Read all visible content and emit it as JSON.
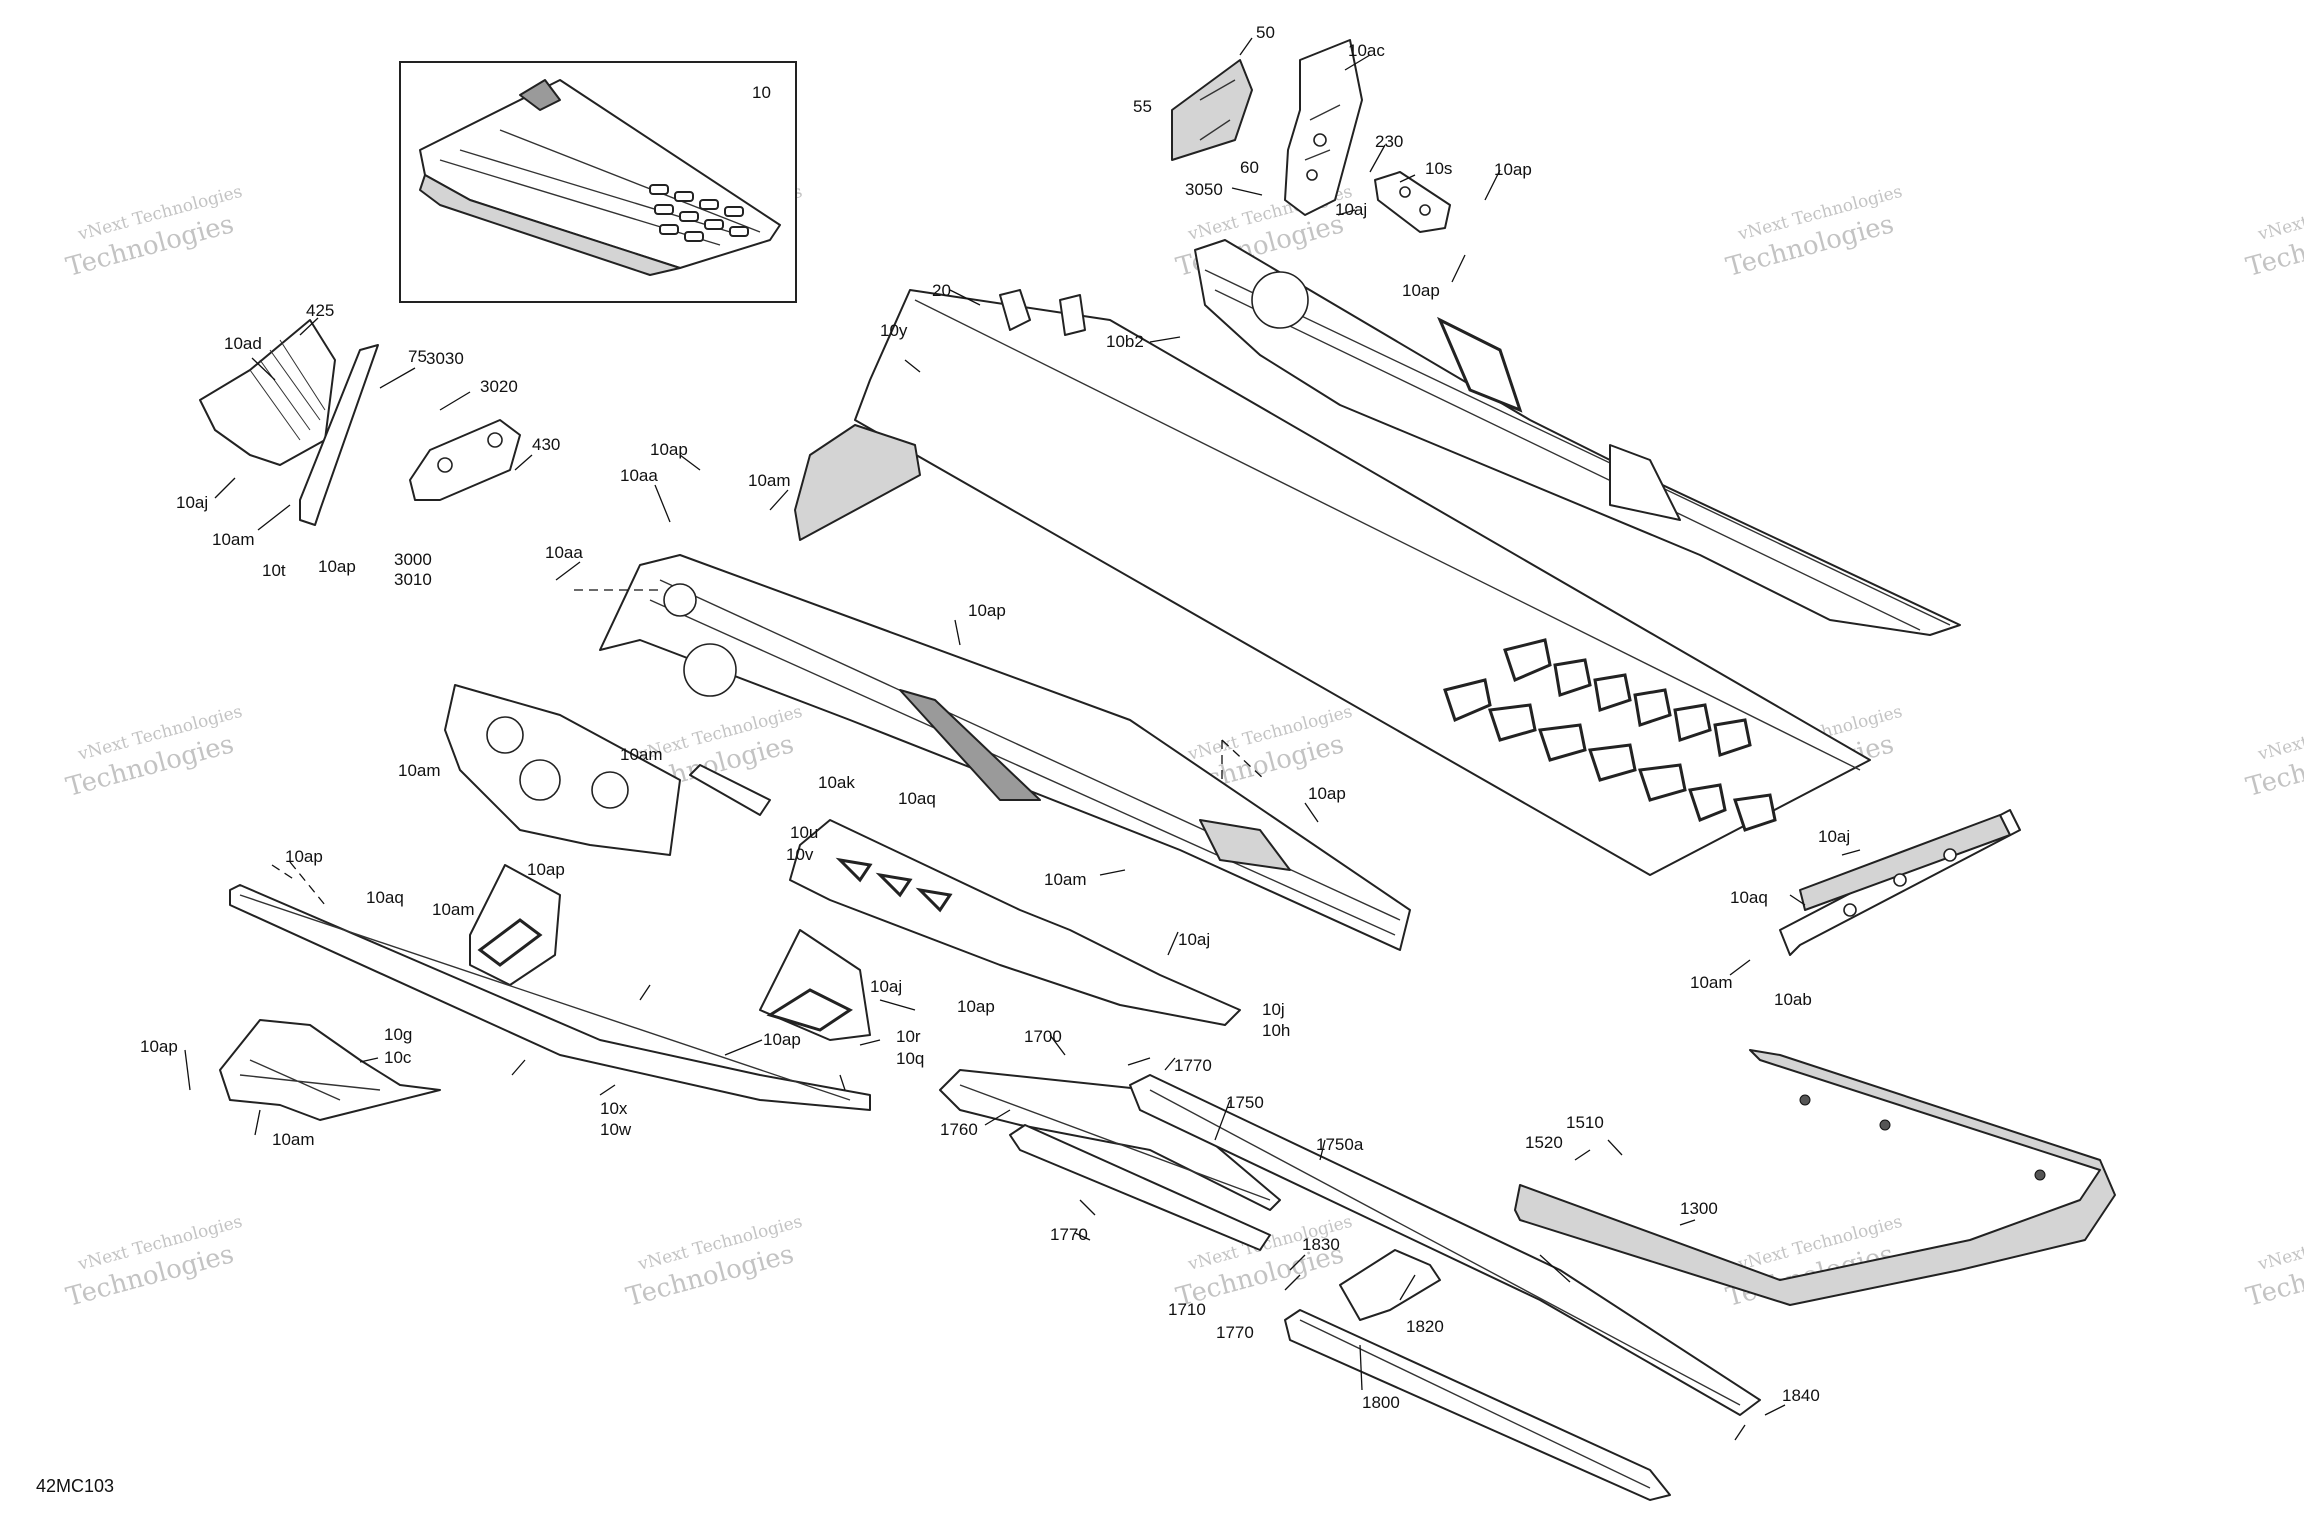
{
  "figure_code": "42MC103",
  "inset_label": "10",
  "watermark": {
    "line1": "vNext Technologies",
    "line2": "Technologies"
  },
  "callouts": [
    {
      "id": "c50",
      "text": "50"
    },
    {
      "id": "c10ac",
      "text": "10ac"
    },
    {
      "id": "c55",
      "text": "55"
    },
    {
      "id": "c230",
      "text": "230"
    },
    {
      "id": "c60",
      "text": "60"
    },
    {
      "id": "c10s",
      "text": "10s"
    },
    {
      "id": "c10ap_a",
      "text": "10ap"
    },
    {
      "id": "c3050",
      "text": "3050"
    },
    {
      "id": "c10aj_a",
      "text": "10aj"
    },
    {
      "id": "c10ap_b",
      "text": "10ap"
    },
    {
      "id": "c20",
      "text": "20"
    },
    {
      "id": "c10b2",
      "text": "10b2"
    },
    {
      "id": "c10y",
      "text": "10y"
    },
    {
      "id": "c425",
      "text": "425"
    },
    {
      "id": "c10ad",
      "text": "10ad"
    },
    {
      "id": "c75",
      "text": "75"
    },
    {
      "id": "c3020",
      "text": "3020"
    },
    {
      "id": "c3030",
      "text": "3030"
    },
    {
      "id": "c430",
      "text": "430"
    },
    {
      "id": "c10ap_c",
      "text": "10ap"
    },
    {
      "id": "c10aa_a",
      "text": "10aa"
    },
    {
      "id": "c10am_a",
      "text": "10am"
    },
    {
      "id": "c10aj_b",
      "text": "10aj"
    },
    {
      "id": "c10am_b",
      "text": "10am"
    },
    {
      "id": "c3000",
      "text": "3000"
    },
    {
      "id": "c3010",
      "text": "3010"
    },
    {
      "id": "c10t",
      "text": "10t"
    },
    {
      "id": "c10ap_d",
      "text": "10ap"
    },
    {
      "id": "c10aa_b",
      "text": "10aa"
    },
    {
      "id": "c10ap_e",
      "text": "10ap"
    },
    {
      "id": "c10am_c",
      "text": "10am"
    },
    {
      "id": "c10am_d",
      "text": "10am"
    },
    {
      "id": "c10ak",
      "text": "10ak"
    },
    {
      "id": "c10aq_a",
      "text": "10aq"
    },
    {
      "id": "c10u",
      "text": "10u"
    },
    {
      "id": "c10v",
      "text": "10v"
    },
    {
      "id": "c10ap_f",
      "text": "10ap"
    },
    {
      "id": "c10ap_g",
      "text": "10ap"
    },
    {
      "id": "c10am_e",
      "text": "10am"
    },
    {
      "id": "c10ap_h",
      "text": "10ap"
    },
    {
      "id": "c10aq_b",
      "text": "10aq"
    },
    {
      "id": "c10am_f",
      "text": "10am"
    },
    {
      "id": "c10aj_c",
      "text": "10aj"
    },
    {
      "id": "c10aj_d",
      "text": "10aj"
    },
    {
      "id": "c10ap_i",
      "text": "10ap"
    },
    {
      "id": "c10j",
      "text": "10j"
    },
    {
      "id": "c10h",
      "text": "10h"
    },
    {
      "id": "c10r",
      "text": "10r"
    },
    {
      "id": "c10q",
      "text": "10q"
    },
    {
      "id": "c10ap_j",
      "text": "10ap"
    },
    {
      "id": "c10g",
      "text": "10g"
    },
    {
      "id": "c10c",
      "text": "10c"
    },
    {
      "id": "c10ap_k",
      "text": "10ap"
    },
    {
      "id": "c10am_g",
      "text": "10am"
    },
    {
      "id": "c10x",
      "text": "10x"
    },
    {
      "id": "c10w",
      "text": "10w"
    },
    {
      "id": "c10aj_e",
      "text": "10aj"
    },
    {
      "id": "c10aq_c",
      "text": "10aq"
    },
    {
      "id": "c10am_h",
      "text": "10am"
    },
    {
      "id": "c10ab",
      "text": "10ab"
    },
    {
      "id": "c1700",
      "text": "1700"
    },
    {
      "id": "c1770_a",
      "text": "1770"
    },
    {
      "id": "c1760",
      "text": "1760"
    },
    {
      "id": "c1750",
      "text": "1750"
    },
    {
      "id": "c1750a",
      "text": "1750a"
    },
    {
      "id": "c1770_b",
      "text": "1770"
    },
    {
      "id": "c1830",
      "text": "1830"
    },
    {
      "id": "c1710",
      "text": "1710"
    },
    {
      "id": "c1770_c",
      "text": "1770"
    },
    {
      "id": "c1820",
      "text": "1820"
    },
    {
      "id": "c1800",
      "text": "1800"
    },
    {
      "id": "c1840",
      "text": "1840"
    },
    {
      "id": "c1510",
      "text": "1510"
    },
    {
      "id": "c1520",
      "text": "1520"
    },
    {
      "id": "c1300",
      "text": "1300"
    }
  ]
}
